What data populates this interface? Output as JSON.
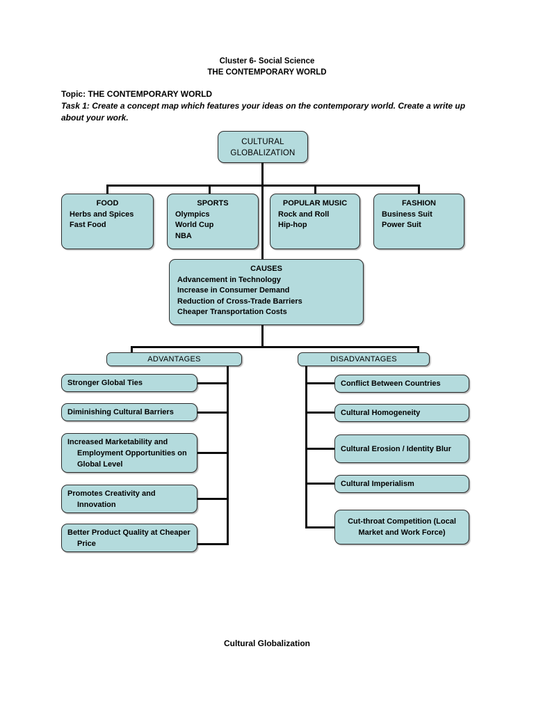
{
  "header": {
    "line1": "Cluster 6- Social Science",
    "line2": "THE CONTEMPORARY WORLD",
    "topic": "Topic: THE CONTEMPORARY WORLD",
    "task": "Task 1: Create a concept map which features your ideas on the contemporary world. Create a write up about your work."
  },
  "footer": {
    "caption": "Cultural Globalization"
  },
  "colors": {
    "node_fill": "#b4dbdd",
    "node_border": "#2b2b2b",
    "connector": "#0d0d0d",
    "page_background": "#ffffff"
  },
  "map": {
    "root": {
      "line1": "CULTURAL",
      "line2": "GLOBALIZATION"
    },
    "categories": [
      {
        "title": "FOOD",
        "items": [
          "Herbs and Spices",
          "Fast Food"
        ]
      },
      {
        "title": "SPORTS",
        "items": [
          "Olympics",
          "World Cup",
          "NBA"
        ]
      },
      {
        "title": "POPULAR MUSIC",
        "items": [
          "Rock and Roll",
          "Hip-hop"
        ]
      },
      {
        "title": "FASHION",
        "items": [
          "Business Suit",
          "Power Suit"
        ]
      }
    ],
    "causes": {
      "title": "CAUSES",
      "items": [
        "Advancement in Technology",
        "Increase in Consumer Demand",
        "Reduction of Cross-Trade Barriers",
        "Cheaper Transportation Costs"
      ]
    },
    "advantages": {
      "title": "ADVANTAGES",
      "items": [
        "Stronger Global Ties",
        "Diminishing Cultural Barriers",
        "Increased Marketability and Employment Opportunities on Global Level",
        "Promotes Creativity and Innovation",
        "Better Product Quality at Cheaper Price"
      ]
    },
    "disadvantages": {
      "title": "DISADVANTAGES",
      "items": [
        "Conflict Between Countries",
        "Cultural Homogeneity",
        "Cultural Erosion / Identity Blur",
        "Cultural Imperialism",
        "Cut-throat Competition (Local Market and Work Force)"
      ]
    }
  }
}
